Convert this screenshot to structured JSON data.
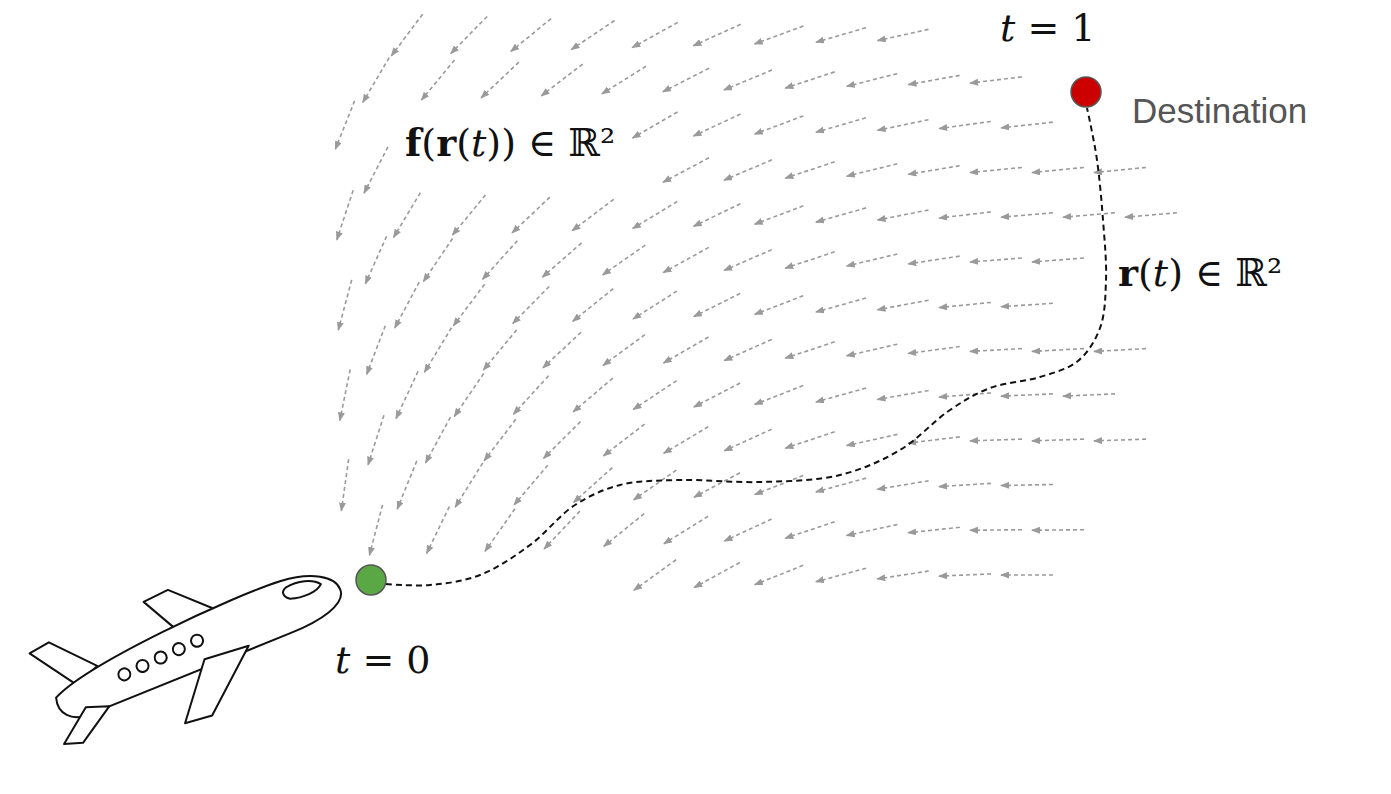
{
  "diagram": {
    "labels": [
      "t = 1",
      "Destination",
      "f(r(t)) ∈ ℝ²",
      "r(t) ∈ ℝ²",
      "t = 0"
    ]
  }
}
